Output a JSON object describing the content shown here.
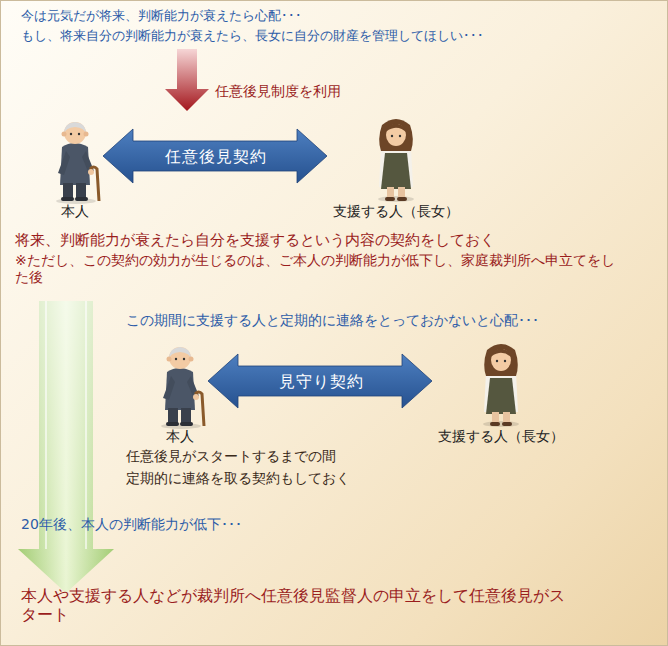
{
  "diagram": {
    "nodes": [
      {
        "text": [
          "本人"
        ]
      },
      {
        "text": [
          "支援する人（長女）"
        ]
      },
      {
        "text": [
          "本人"
        ]
      },
      {
        "text": [
          "支援する人（長女）"
        ]
      }
    ],
    "edges": [
      {
        "from": 0,
        "to": 1,
        "arrow": "both",
        "label": "任意後見契約"
      },
      {
        "from": 2,
        "to": 3,
        "arrow": "both",
        "label": "見守り契約"
      }
    ],
    "labels": [
      "今は元気だが将来、判断能力が衰えたら心配･･･",
      "もし、将来自分の判断能力が衰えたら、長女に自分の財産を管理してほしい･･･",
      "任意後見制度を利用",
      "将来、判断能力が衰えたら自分を支援するという内容の契約をしておく",
      "※ただし、この契約の効力が生じるのは、ご本人の判断能力が低下し、家庭裁判所へ申立てをした後",
      "この期間に支援する人と定期的に連絡をとっておかないと心配･･･",
      "任意後見がスタートするまでの間",
      "定期的に連絡を取る契約もしておく",
      "20年後、本人の判断能力が低下･･･",
      "本人や支援する人などが裁判所へ任意後見監督人の申立をして任意後見がスタート"
    ]
  }
}
